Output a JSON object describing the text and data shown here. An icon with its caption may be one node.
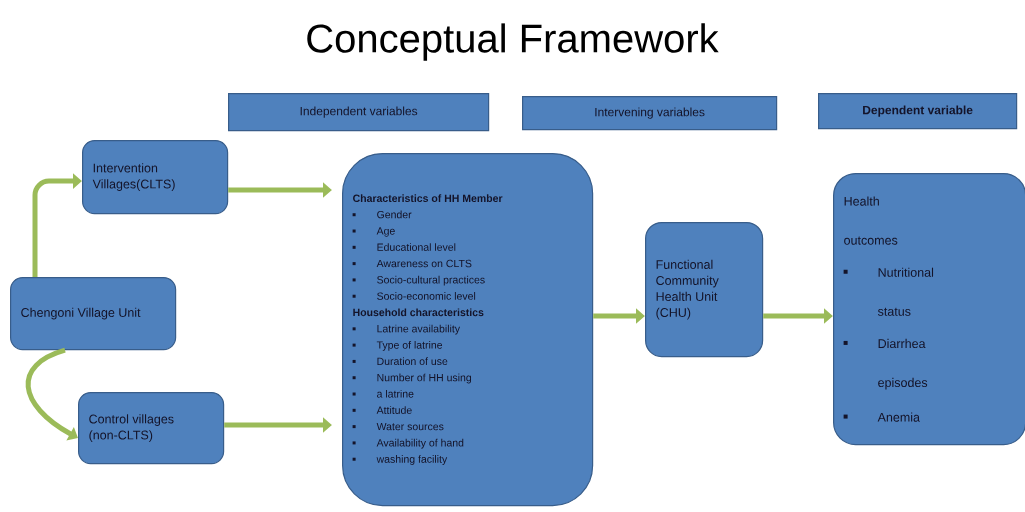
{
  "diagram": {
    "title": "Conceptual Framework",
    "nodes": [
      {
        "text": [
          "Independent variables"
        ]
      },
      {
        "text": [
          "Intervening variables"
        ]
      },
      {
        "text": [
          "Dependent variable"
        ]
      },
      {
        "text": [
          "Intervention Villages(CLTS)"
        ]
      },
      {
        "text": [
          "Chengoni Village Unit"
        ]
      },
      {
        "text": [
          "Control villages (non-CLTS)"
        ]
      },
      {
        "text": [
          "Characteristics of HH Member",
          "Gender",
          "Age",
          "Educational level",
          "Awareness on CLTS",
          "Socio-cultural practices",
          "Socio-economic level",
          "Household characteristics",
          "Latrine availability",
          "Type of latrine",
          "Duration of use",
          "Number of HH using",
          "a latrine",
          "Attitude",
          "Water sources",
          "Availability of hand",
          "washing facility"
        ]
      },
      {
        "text": [
          "Functional Community Health Unit (CHU)"
        ]
      },
      {
        "text": [
          "Health outcomes",
          "Nutritional status",
          "Diarrhea episodes",
          "Anemia"
        ]
      }
    ],
    "edges": [
      {
        "from": 4,
        "to": 3,
        "arrow": "to"
      },
      {
        "from": 4,
        "to": 5,
        "arrow": "to"
      },
      {
        "from": 3,
        "to": 6,
        "arrow": "to"
      },
      {
        "from": 5,
        "to": 6,
        "arrow": "to"
      },
      {
        "from": 6,
        "to": 7,
        "arrow": "to"
      },
      {
        "from": 7,
        "to": 8,
        "arrow": "to"
      }
    ]
  }
}
